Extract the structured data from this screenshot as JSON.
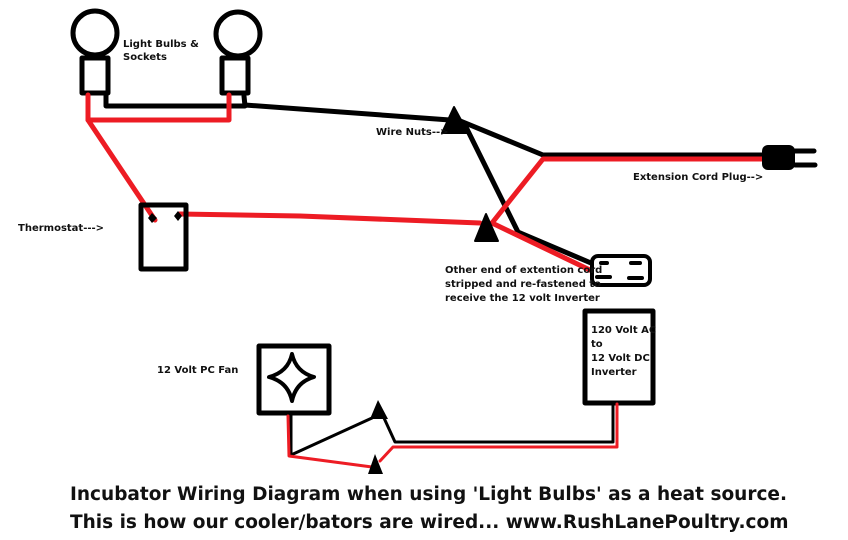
{
  "labels": {
    "bulbs": "Light Bulbs &\nSockets",
    "wire_nuts": "Wire Nuts-->",
    "thermostat": "Thermostat--->",
    "plug": "Extension Cord Plug-->",
    "other_end": "Other end of extention cord\nstripped and re-fastened to\nreceive the 12 volt Inverter",
    "inverter": "120 Volt AC\nto\n12 Volt DC\nInverter",
    "fan": "12 Volt PC Fan"
  },
  "title": {
    "line1": "Incubator Wiring Diagram when using 'Light Bulbs' as a heat source.",
    "line2": "This is how our cooler/bators are wired... www.RushLanePoultry.com"
  },
  "colors": {
    "hot_wire": "#ed1c24",
    "neutral_wire": "#000000"
  }
}
